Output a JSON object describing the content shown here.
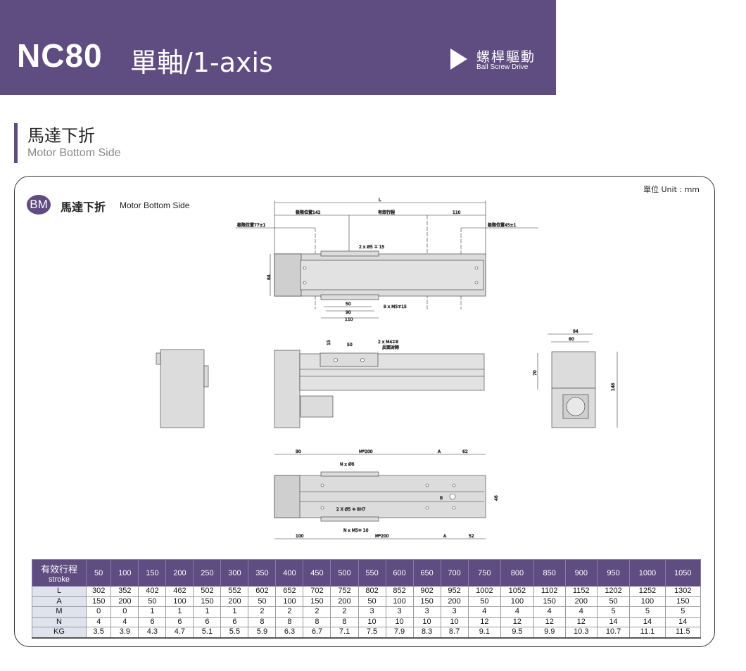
{
  "header": {
    "model": "NC80",
    "axis": "單軸/1-axis",
    "drive_cn": "螺桿驅動",
    "drive_en": "Ball Screw Drive"
  },
  "section": {
    "title_cn": "馬達下折",
    "title_en": "Motor Bottom Side"
  },
  "panel": {
    "badge": "BM",
    "title_cn": "馬達下折",
    "title_en": "Motor Bottom Side",
    "unit": "單位 Unit : mm"
  },
  "drawing": {
    "top": {
      "L": "L",
      "limit142": "极限位置142",
      "stroke": "有效行程",
      "d110": "110",
      "limit77": "极限位置77±1",
      "limit45": "极限位置45±1",
      "hole1": "2 x Ø5 ∓ 15",
      "hole2": "8 x M5∓15",
      "h84": "84",
      "d50": "50",
      "d90": "90",
      "d110b": "110"
    },
    "side": {
      "d15": "15",
      "d50": "50",
      "hole": "2 x M4∓8",
      "hole_note": "反面对称"
    },
    "end": {
      "d94": "94",
      "d80": "80",
      "d70": "70",
      "d148": "148"
    },
    "bottom": {
      "d90": "90",
      "m200a": "M*200",
      "A1": "A",
      "d62": "62",
      "n6": "N x Ø6",
      "pin": "2 X Ø5 ∓ 8H7",
      "nm5": "N x M5∓ 10",
      "B": "B",
      "d46": "46",
      "d100": "100",
      "m200b": "M*200",
      "A2": "A",
      "d52": "52"
    }
  },
  "table": {
    "header_cn": "有效行程",
    "header_en": "stroke",
    "strokes": [
      "50",
      "100",
      "150",
      "200",
      "250",
      "300",
      "350",
      "400",
      "450",
      "500",
      "550",
      "600",
      "650",
      "700",
      "750",
      "800",
      "850",
      "900",
      "950",
      "1000",
      "1050"
    ],
    "rows": [
      {
        "label": "L",
        "values": [
          "302",
          "352",
          "402",
          "462",
          "502",
          "552",
          "602",
          "652",
          "702",
          "752",
          "802",
          "852",
          "902",
          "952",
          "1002",
          "1052",
          "1102",
          "1152",
          "1202",
          "1252",
          "1302"
        ]
      },
      {
        "label": "A",
        "values": [
          "150",
          "200",
          "50",
          "100",
          "150",
          "200",
          "50",
          "100",
          "150",
          "200",
          "50",
          "100",
          "150",
          "200",
          "50",
          "100",
          "150",
          "200",
          "50",
          "100",
          "150"
        ]
      },
      {
        "label": "M",
        "values": [
          "0",
          "0",
          "1",
          "1",
          "1",
          "1",
          "2",
          "2",
          "2",
          "2",
          "3",
          "3",
          "3",
          "3",
          "4",
          "4",
          "4",
          "4",
          "5",
          "5",
          "5"
        ]
      },
      {
        "label": "N",
        "values": [
          "4",
          "4",
          "6",
          "6",
          "6",
          "6",
          "8",
          "8",
          "8",
          "8",
          "10",
          "10",
          "10",
          "10",
          "12",
          "12",
          "12",
          "12",
          "14",
          "14",
          "14"
        ]
      },
      {
        "label": "KG",
        "values": [
          "3.5",
          "3.9",
          "4.3",
          "4.7",
          "5.1",
          "5.5",
          "5.9",
          "6.3",
          "6.7",
          "7.1",
          "7.5",
          "7.9",
          "8.3",
          "8.7",
          "9.1",
          "9.5",
          "9.9",
          "10.3",
          "10.7",
          "11.1",
          "11.5"
        ]
      }
    ]
  },
  "colors": {
    "brand": "#5f4c80",
    "part": "#d9d9d9"
  }
}
